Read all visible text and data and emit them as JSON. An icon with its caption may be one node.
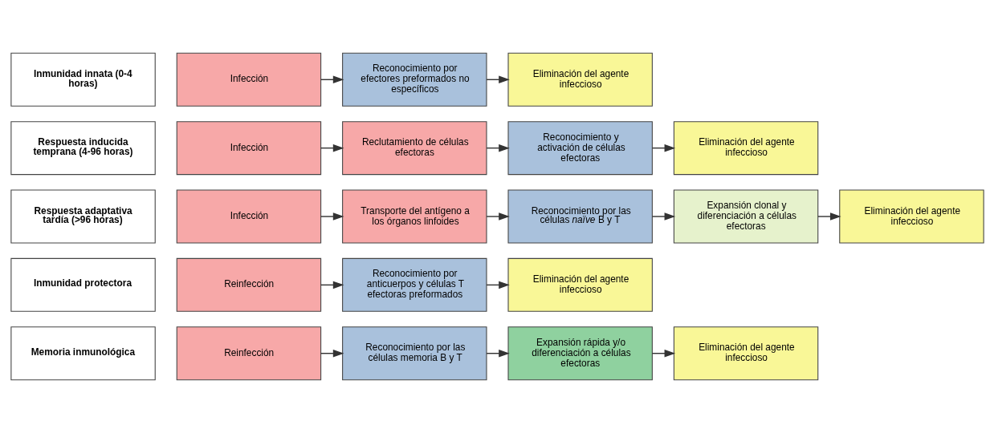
{
  "diagram": {
    "nodes": [
      {
        "text": [
          "Inmunidad innata (0-4 horas)"
        ]
      },
      {
        "text": [
          "Infección"
        ]
      },
      {
        "text": [
          "Reconocimiento por efectores preformados no específicos"
        ]
      },
      {
        "text": [
          "Eliminación del agente infeccioso"
        ]
      },
      {
        "text": [
          "Respuesta inducida temprana (4-96 horas)"
        ]
      },
      {
        "text": [
          "Infección"
        ]
      },
      {
        "text": [
          "Reclutamiento de células efectoras"
        ]
      },
      {
        "text": [
          "Reconocimiento y activación de células efectoras"
        ]
      },
      {
        "text": [
          "Eliminación del agente infeccioso"
        ]
      },
      {
        "text": [
          "Respuesta adaptativa tardía (>96 horas)"
        ]
      },
      {
        "text": [
          "Infección"
        ]
      },
      {
        "text": [
          "Transporte del antígeno a los órganos linfoides"
        ]
      },
      {
        "text": [
          "Reconocimiento por las células *naïve* B y T"
        ]
      },
      {
        "text": [
          "Expansión clonal y diferenciación a células efectoras"
        ]
      },
      {
        "text": [
          "Eliminación del agente infeccioso"
        ]
      },
      {
        "text": [
          "Inmunidad protectora"
        ]
      },
      {
        "text": [
          "Reinfección"
        ]
      },
      {
        "text": [
          "Reconocimiento por anticuerpos y células T efectoras preformados"
        ]
      },
      {
        "text": [
          "Eliminación del agente infeccioso"
        ]
      },
      {
        "text": [
          "Memoria inmunológica"
        ]
      },
      {
        "text": [
          "Reinfección"
        ]
      },
      {
        "text": [
          "Reconocimiento por las células memoria B y T"
        ]
      },
      {
        "text": [
          "Expansión rápida y/o diferenciación a células efectoras"
        ]
      },
      {
        "text": [
          "Eliminación del agente infeccioso"
        ]
      }
    ],
    "edges": [
      {
        "from": 1,
        "to": 2,
        "arrow": "to"
      },
      {
        "from": 2,
        "to": 3,
        "arrow": "to"
      },
      {
        "from": 5,
        "to": 6,
        "arrow": "to"
      },
      {
        "from": 6,
        "to": 7,
        "arrow": "to"
      },
      {
        "from": 7,
        "to": 8,
        "arrow": "to"
      },
      {
        "from": 10,
        "to": 11,
        "arrow": "to"
      },
      {
        "from": 11,
        "to": 12,
        "arrow": "to"
      },
      {
        "from": 12,
        "to": 13,
        "arrow": "to"
      },
      {
        "from": 13,
        "to": 14,
        "arrow": "to"
      },
      {
        "from": 16,
        "to": 17,
        "arrow": "to"
      },
      {
        "from": 17,
        "to": 18,
        "arrow": "to"
      },
      {
        "from": 20,
        "to": 21,
        "arrow": "to"
      },
      {
        "from": 21,
        "to": 22,
        "arrow": "to"
      },
      {
        "from": 22,
        "to": 23,
        "arrow": "to"
      }
    ]
  }
}
